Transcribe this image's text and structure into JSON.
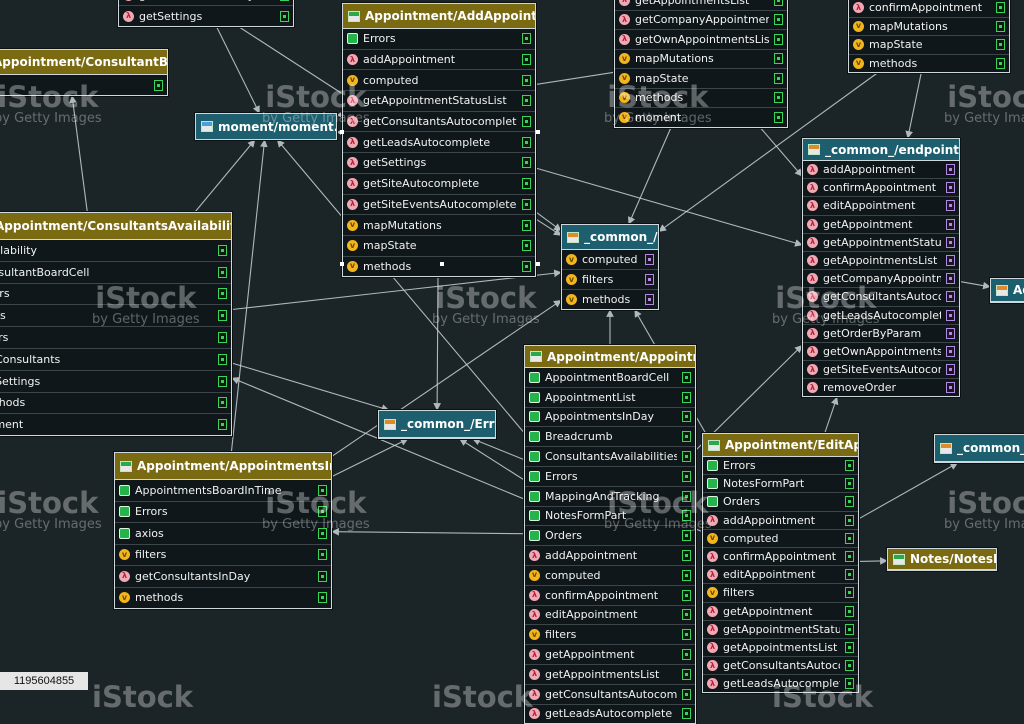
{
  "image_id": "1195604855",
  "watermark": {
    "brand": "iStock",
    "credit": "by Getty Images"
  },
  "colors": {
    "background": "#1b2427",
    "vue_header": "#7a6a12",
    "js_header": "#1d5f6e",
    "edge": "#c9d2d4",
    "connector_green": "#39d25a",
    "connector_purple": "#b08be0"
  },
  "nodes": [
    {
      "id": "top-left-partial",
      "kind": "vue",
      "title": "",
      "rows": [
        {
          "icon": "fn",
          "label": "getConsultantsInDay",
          "conn": "green"
        },
        {
          "icon": "fn",
          "label": "getSettings",
          "conn": "green"
        }
      ]
    },
    {
      "id": "consultant-board-cell",
      "kind": "vue",
      "title": "Appointment/ConsultantBoardCell.vue",
      "rows": [
        {
          "icon": "",
          "label": "",
          "conn": "green"
        }
      ]
    },
    {
      "id": "moment",
      "kind": "ts",
      "title": "moment/moment.d.ts",
      "rows": []
    },
    {
      "id": "add-appointment",
      "kind": "vue",
      "title": "Appointment/AddAppointment.vue",
      "rows": [
        {
          "icon": "green",
          "label": "Errors",
          "conn": "green"
        },
        {
          "icon": "fn",
          "label": "addAppointment",
          "conn": "green"
        },
        {
          "icon": "var",
          "label": "computed",
          "conn": "green"
        },
        {
          "icon": "fn",
          "label": "getAppointmentStatusList",
          "conn": "green"
        },
        {
          "icon": "fn",
          "label": "getConsultantsAutocomplete",
          "conn": "green"
        },
        {
          "icon": "fn",
          "label": "getLeadsAutocomplete",
          "conn": "green"
        },
        {
          "icon": "fn",
          "label": "getSettings",
          "conn": "green"
        },
        {
          "icon": "fn",
          "label": "getSiteAutocomplete",
          "conn": "green"
        },
        {
          "icon": "fn",
          "label": "getSiteEventsAutocomplete",
          "conn": "green"
        },
        {
          "icon": "var",
          "label": "mapMutations",
          "conn": "green"
        },
        {
          "icon": "var",
          "label": "mapState",
          "conn": "green"
        },
        {
          "icon": "var",
          "label": "methods",
          "conn": "green"
        }
      ]
    },
    {
      "id": "top-center-partial",
      "kind": "vue",
      "title": "",
      "rows": [
        {
          "icon": "fn",
          "label": "getAppointmentsList",
          "conn": "green"
        },
        {
          "icon": "fn",
          "label": "getCompanyAppointmentsList",
          "conn": "green"
        },
        {
          "icon": "fn",
          "label": "getOwnAppointmentsList",
          "conn": "green"
        },
        {
          "icon": "var",
          "label": "mapMutations",
          "conn": "green"
        },
        {
          "icon": "var",
          "label": "mapState",
          "conn": "green"
        },
        {
          "icon": "var",
          "label": "methods",
          "conn": "green"
        },
        {
          "icon": "var",
          "label": "moment",
          "conn": "green"
        }
      ]
    },
    {
      "id": "top-right-partial",
      "kind": "vue",
      "title": "",
      "rows": [
        {
          "icon": "fn",
          "label": "confirmAppointment",
          "conn": "green"
        },
        {
          "icon": "var",
          "label": "mapMutations",
          "conn": "green"
        },
        {
          "icon": "var",
          "label": "mapState",
          "conn": "green"
        },
        {
          "icon": "var",
          "label": "methods",
          "conn": "green"
        }
      ]
    },
    {
      "id": "endpoints",
      "kind": "js",
      "title": "_common_/endpoints.js",
      "rows": [
        {
          "icon": "fn",
          "label": "addAppointment",
          "conn": "purple"
        },
        {
          "icon": "fn",
          "label": "confirmAppointment",
          "conn": "purple"
        },
        {
          "icon": "fn",
          "label": "editAppointment",
          "conn": "purple"
        },
        {
          "icon": "fn",
          "label": "getAppointment",
          "conn": "purple"
        },
        {
          "icon": "fn",
          "label": "getAppointmentStatusList",
          "conn": "purple"
        },
        {
          "icon": "fn",
          "label": "getAppointmentsList",
          "conn": "purple"
        },
        {
          "icon": "fn",
          "label": "getCompanyAppointmentsList",
          "conn": "purple"
        },
        {
          "icon": "fn",
          "label": "getConsultantsAutocomplete",
          "conn": "purple"
        },
        {
          "icon": "fn",
          "label": "getLeadsAutocomplete",
          "conn": "purple"
        },
        {
          "icon": "fn",
          "label": "getOrderByParam",
          "conn": "purple"
        },
        {
          "icon": "fn",
          "label": "getOwnAppointmentsList",
          "conn": "purple"
        },
        {
          "icon": "fn",
          "label": "getSiteEventsAutocomplete",
          "conn": "purple"
        },
        {
          "icon": "fn",
          "label": "removeOrder",
          "conn": "purple"
        }
      ]
    },
    {
      "id": "util",
      "kind": "js",
      "title": "_common_/util.js",
      "rows": [
        {
          "icon": "var",
          "label": "computed",
          "conn": "purple"
        },
        {
          "icon": "var",
          "label": "filters",
          "conn": "purple"
        },
        {
          "icon": "var",
          "label": "methods",
          "conn": "purple"
        }
      ]
    },
    {
      "id": "consultants-availabilities",
      "kind": "vue",
      "title": "Appointment/ConsultantsAvailabilities.vue",
      "rows": [
        {
          "icon": "",
          "label": "Availability",
          "conn": "green"
        },
        {
          "icon": "",
          "label": "ConsultantBoardCell",
          "conn": "green"
        },
        {
          "icon": "",
          "label": "Errors",
          "conn": "green"
        },
        {
          "icon": "",
          "label": "axios",
          "conn": "green"
        },
        {
          "icon": "",
          "label": "filters",
          "conn": "green"
        },
        {
          "icon": "",
          "label": "getConsultants",
          "conn": "green"
        },
        {
          "icon": "",
          "label": "getSettings",
          "conn": "green"
        },
        {
          "icon": "",
          "label": "methods",
          "conn": "green"
        },
        {
          "icon": "",
          "label": "moment",
          "conn": "green"
        }
      ]
    },
    {
      "id": "errors",
      "kind": "js",
      "title": "_common_/Errors.js",
      "rows": []
    },
    {
      "id": "appointments-in-day",
      "kind": "vue",
      "title": "Appointment/AppointmentsInDay.vue",
      "rows": [
        {
          "icon": "green",
          "label": "AppointmentsBoardInTime",
          "conn": "green"
        },
        {
          "icon": "green",
          "label": "Errors",
          "conn": "green"
        },
        {
          "icon": "green",
          "label": "axios",
          "conn": "green"
        },
        {
          "icon": "var",
          "label": "filters",
          "conn": "green"
        },
        {
          "icon": "fn",
          "label": "getConsultantsInDay",
          "conn": "green"
        },
        {
          "icon": "var",
          "label": "methods",
          "conn": "green"
        }
      ]
    },
    {
      "id": "appointment",
      "kind": "vue",
      "title": "Appointment/Appointment.vue",
      "rows": [
        {
          "icon": "green",
          "label": "AppointmentBoardCell",
          "conn": "green"
        },
        {
          "icon": "green",
          "label": "AppointmentList",
          "conn": "green"
        },
        {
          "icon": "green",
          "label": "AppointmentsInDay",
          "conn": "green"
        },
        {
          "icon": "green",
          "label": "Breadcrumb",
          "conn": "green"
        },
        {
          "icon": "green",
          "label": "ConsultantsAvailabilities",
          "conn": "green"
        },
        {
          "icon": "green",
          "label": "Errors",
          "conn": "green"
        },
        {
          "icon": "green",
          "label": "MappingAndTracking",
          "conn": "green"
        },
        {
          "icon": "green",
          "label": "NotesFormPart",
          "conn": "green"
        },
        {
          "icon": "green",
          "label": "Orders",
          "conn": "green"
        },
        {
          "icon": "fn",
          "label": "addAppointment",
          "conn": "green"
        },
        {
          "icon": "var",
          "label": "computed",
          "conn": "green"
        },
        {
          "icon": "fn",
          "label": "confirmAppointment",
          "conn": "green"
        },
        {
          "icon": "fn",
          "label": "editAppointment",
          "conn": "green"
        },
        {
          "icon": "var",
          "label": "filters",
          "conn": "green"
        },
        {
          "icon": "fn",
          "label": "getAppointment",
          "conn": "green"
        },
        {
          "icon": "fn",
          "label": "getAppointmentsList",
          "conn": "green"
        },
        {
          "icon": "fn",
          "label": "getConsultantsAutocomplete",
          "conn": "green"
        },
        {
          "icon": "fn",
          "label": "getLeadsAutocomplete",
          "conn": "green"
        }
      ]
    },
    {
      "id": "edit-appointment",
      "kind": "vue",
      "title": "Appointment/EditAppointment.vue",
      "rows": [
        {
          "icon": "green",
          "label": "Errors",
          "conn": "green"
        },
        {
          "icon": "green",
          "label": "NotesFormPart",
          "conn": "green"
        },
        {
          "icon": "green",
          "label": "Orders",
          "conn": "green"
        },
        {
          "icon": "fn",
          "label": "addAppointment",
          "conn": "green"
        },
        {
          "icon": "var",
          "label": "computed",
          "conn": "green"
        },
        {
          "icon": "fn",
          "label": "confirmAppointment",
          "conn": "green"
        },
        {
          "icon": "fn",
          "label": "editAppointment",
          "conn": "green"
        },
        {
          "icon": "var",
          "label": "filters",
          "conn": "green"
        },
        {
          "icon": "fn",
          "label": "getAppointment",
          "conn": "green"
        },
        {
          "icon": "fn",
          "label": "getAppointmentStatusList",
          "conn": "green"
        },
        {
          "icon": "fn",
          "label": "getAppointmentsList",
          "conn": "green"
        },
        {
          "icon": "fn",
          "label": "getConsultantsAutocomplete",
          "conn": "green"
        },
        {
          "icon": "fn",
          "label": "getLeadsAutocomplete",
          "conn": "green"
        }
      ]
    },
    {
      "id": "notes-form-part",
      "kind": "vue",
      "title": "Notes/NotesFormPart.vue",
      "rows": []
    },
    {
      "id": "mapping-right",
      "kind": "js",
      "title": "_common_/MappingAnd",
      "rows": []
    },
    {
      "id": "admin-right",
      "kind": "js",
      "title": "Admi",
      "rows": []
    }
  ],
  "edges": [
    [
      "consultants-availabilities",
      "moment"
    ],
    [
      "consultants-availabilities",
      "util"
    ],
    [
      "consultants-availabilities",
      "errors"
    ],
    [
      "consultants-availabilities",
      "consultant-board-cell"
    ],
    [
      "top-left-partial",
      "moment"
    ],
    [
      "top-left-partial",
      "util"
    ],
    [
      "add-appointment",
      "moment"
    ],
    [
      "add-appointment",
      "util"
    ],
    [
      "add-appointment",
      "endpoints"
    ],
    [
      "add-appointment",
      "errors"
    ],
    [
      "top-center-partial",
      "util"
    ],
    [
      "top-center-partial",
      "endpoints"
    ],
    [
      "top-center-partial",
      "moment"
    ],
    [
      "top-right-partial",
      "endpoints"
    ],
    [
      "top-right-partial",
      "util"
    ],
    [
      "appointments-in-day",
      "util"
    ],
    [
      "appointments-in-day",
      "errors"
    ],
    [
      "appointments-in-day",
      "moment"
    ],
    [
      "appointment",
      "util"
    ],
    [
      "appointment",
      "endpoints"
    ],
    [
      "appointment",
      "errors"
    ],
    [
      "appointment",
      "appointments-in-day"
    ],
    [
      "appointment",
      "consultants-availabilities"
    ],
    [
      "appointment",
      "moment"
    ],
    [
      "edit-appointment",
      "endpoints"
    ],
    [
      "edit-appointment",
      "util"
    ],
    [
      "edit-appointment",
      "notes-form-part"
    ],
    [
      "edit-appointment",
      "errors"
    ],
    [
      "endpoints",
      "admin-right"
    ],
    [
      "edit-appointment",
      "mapping-right"
    ]
  ]
}
